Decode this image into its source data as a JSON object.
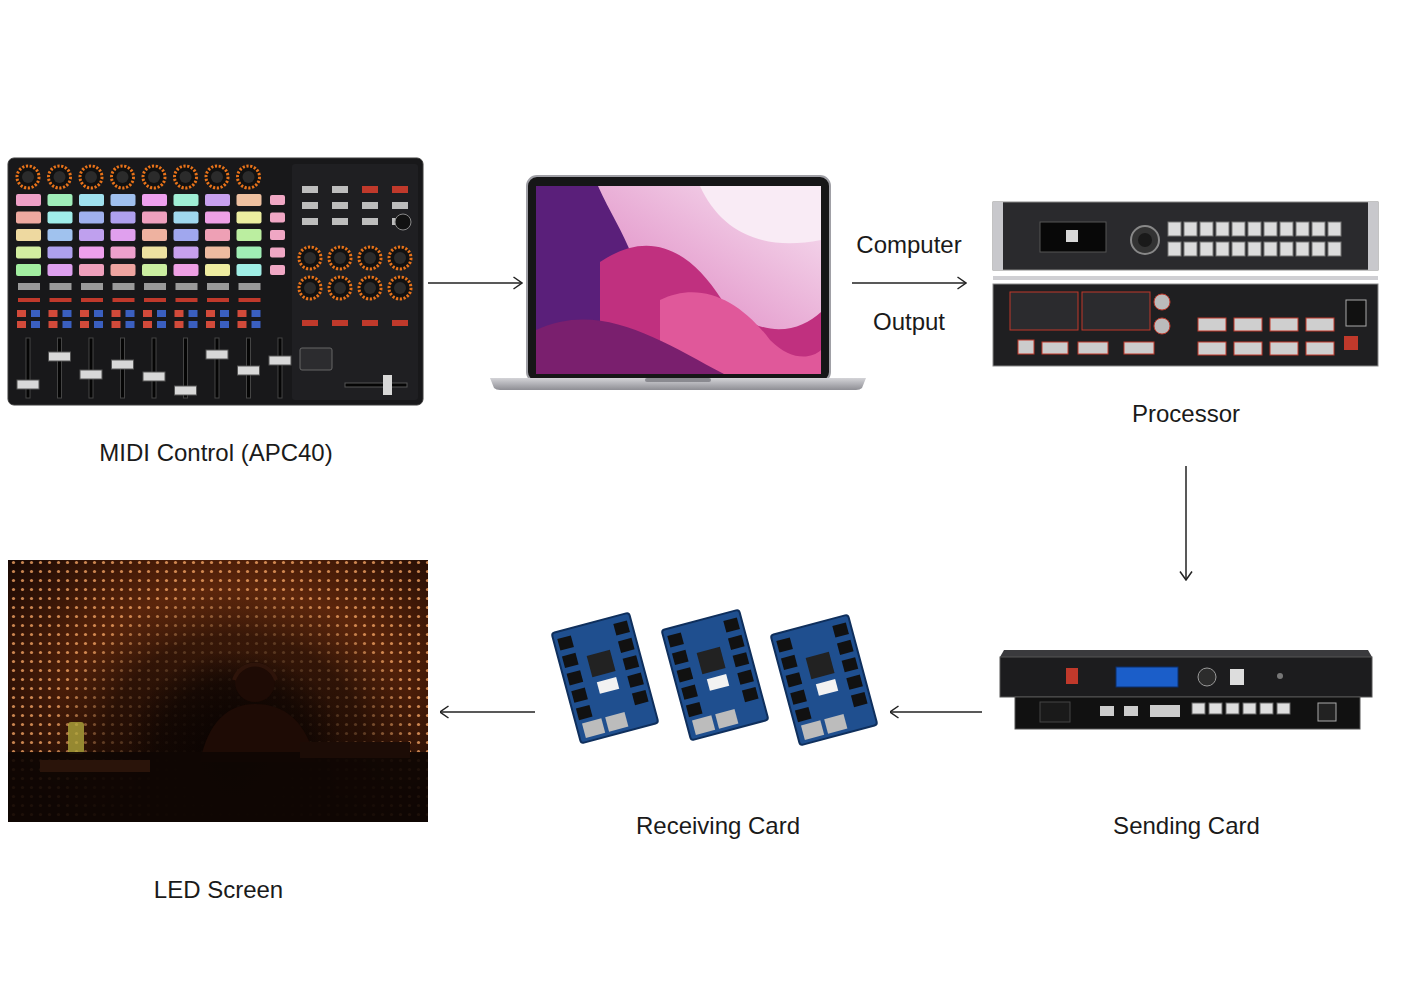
{
  "diagram": {
    "nodes": [
      {
        "text": [
          "MIDI Control (APC40)"
        ]
      },
      {
        "text": []
      },
      {
        "text": [
          "Processor"
        ]
      },
      {
        "text": [
          "Sending Card"
        ]
      },
      {
        "text": [
          "Receiving Card"
        ]
      },
      {
        "text": [
          "LED Screen"
        ]
      }
    ],
    "edges": [
      {
        "from": 0,
        "to": 1,
        "arrow": "to"
      },
      {
        "from": 1,
        "to": 2,
        "arrow": "to",
        "label": "Computer Output"
      },
      {
        "from": 2,
        "to": 3,
        "arrow": "to"
      },
      {
        "from": 3,
        "to": 4,
        "arrow": "to"
      },
      {
        "from": 4,
        "to": 5,
        "arrow": "to"
      }
    ]
  }
}
